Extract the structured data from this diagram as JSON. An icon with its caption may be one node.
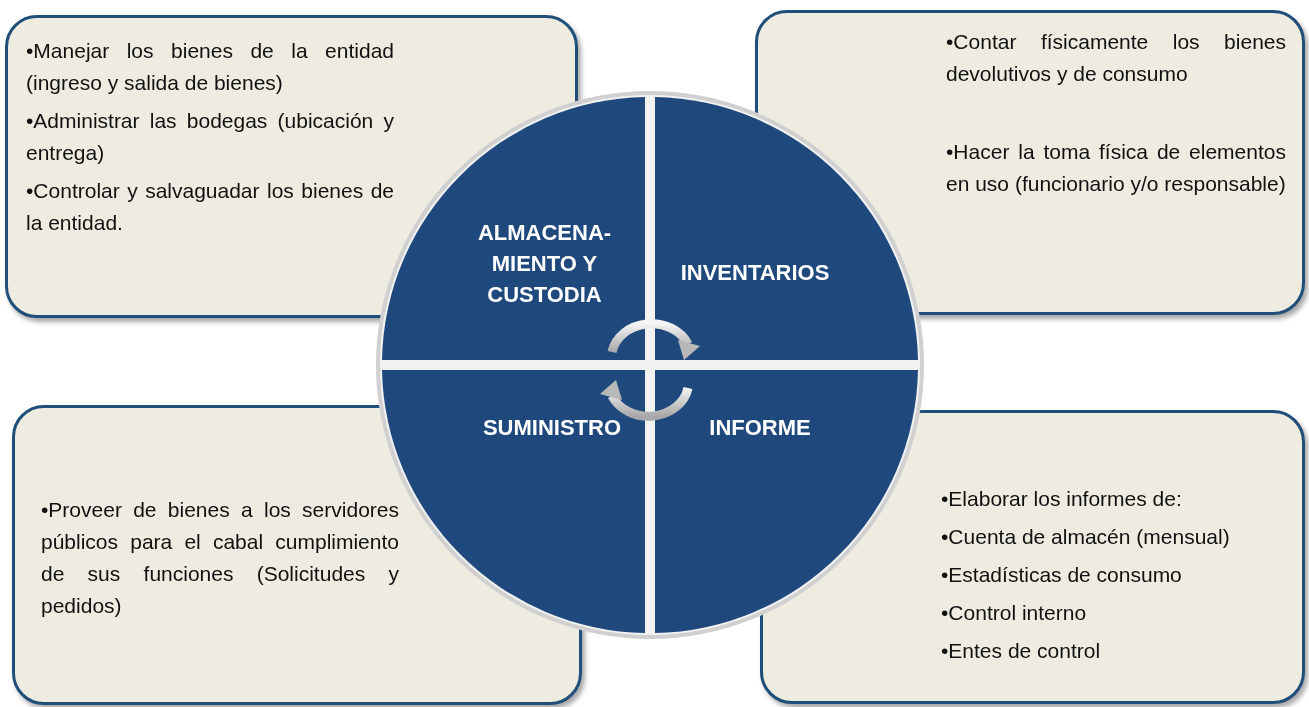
{
  "diagram": {
    "nodes": [
      {
        "text": [
          "•Manejar los bienes de la entidad (ingreso y salida de bienes)",
          "•Administrar las bodegas (ubicación y entrega)",
          "•Controlar y salvaguadar los bienes de la entidad."
        ]
      },
      {
        "text": [
          "ALMACENA- MIENTO Y CUSTODIA"
        ]
      },
      {
        "text": [
          "INVENTARIOS"
        ]
      },
      {
        "text": [
          "•Contar físicamente los bienes devolutivos y de consumo",
          "•Hacer la toma física de elementos en uso (funcionario y/o responsable)"
        ]
      },
      {
        "text": [
          "•Proveer de bienes a los servidores públicos para el cabal cumplimiento de sus funciones (Solicitudes y pedidos)"
        ]
      },
      {
        "text": [
          "SUMINISTRO"
        ]
      },
      {
        "text": [
          "INFORME"
        ]
      },
      {
        "text": [
          "•Elaborar los informes de:",
          "•Cuenta de almacén (mensual)",
          "•Estadísticas de consumo",
          "•Control interno",
          "•Entes de control"
        ]
      }
    ]
  }
}
